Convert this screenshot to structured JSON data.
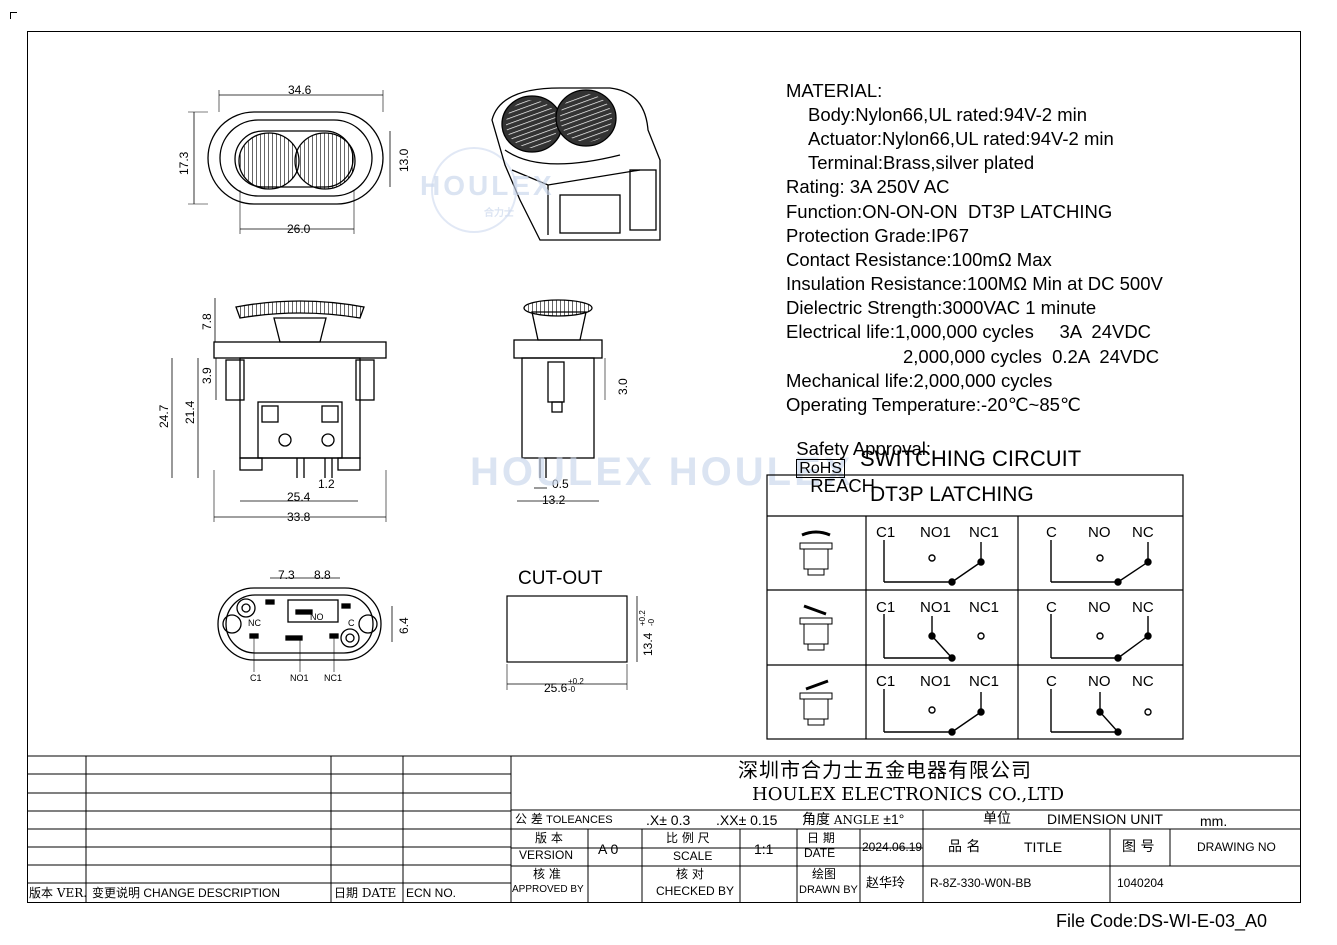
{
  "watermark": {
    "brand": "HOULEX",
    "sub": "合力士"
  },
  "watermark_band": "HOULEX HOULEX",
  "material": {
    "heading": "MATERIAL:",
    "body": "Body:Nylon66,UL rated:94V-2 min",
    "actuator": "Actuator:Nylon66,UL rated:94V-2 min",
    "terminal": "Terminal:Brass,silver plated"
  },
  "specs": {
    "rating": "Rating: 3A 250V AC",
    "function": "Function:ON-ON-ON  DT3P LATCHING",
    "protection": "Protection Grade:IP67",
    "contact": "Contact Resistance:100mΩ Max",
    "insulation": "Insulation Resistance:100MΩ Min at DC 500V",
    "dielectric": "Dielectric Strength:3000VAC 1 minute",
    "elec_life_1": "Electrical life:1,000,000 cycles     3A  24VDC",
    "elec_life_2": "2,000,000 cycles  0.2A  24VDC",
    "mech_life": "Mechanical life:2,000,000 cycles",
    "op_temp": "Operating Temperature:-20℃~85℃",
    "safety_label": "Safety Approval:",
    "rohs": "RoHS",
    "reach": "REACH"
  },
  "circuit": {
    "title": "SWITCHING CIRCUIT",
    "header": "DT3P LATCHING",
    "labels_a": [
      "C1",
      "NO1",
      "NC1"
    ],
    "labels_b": [
      "C",
      "NO",
      "NC"
    ]
  },
  "dims": {
    "top_width": "34.6",
    "top_height": "17.3",
    "inner_height": "13.0",
    "inner_width": "26.0",
    "front_top": "7.8",
    "front_a": "3.9",
    "front_b": "21.4",
    "front_c": "24.7",
    "front_d": "1.2",
    "front_e": "25.4",
    "front_f": "33.8",
    "side_a": "3.0",
    "side_b": "0.5",
    "side_c": "13.2",
    "bottom_a": "7.3",
    "bottom_b": "8.8",
    "bottom_c": "6.4",
    "pin_labels": [
      "C1",
      "NO1",
      "NC1"
    ],
    "inner_pin_labels": [
      "NC",
      "NO",
      "C"
    ]
  },
  "cutout": {
    "title": "CUT-OUT",
    "width": "25.6",
    "width_tol": "+0.2",
    "width_tol2": "-0",
    "height": "13.4",
    "height_tol": "+0.2",
    "height_tol2": "-0"
  },
  "title_block": {
    "company_cn": "深圳市合力士五金电器有限公司",
    "company_en": "HOULEX ELECTRONICS CO.,LTD",
    "tol_label_cn": "公 差",
    "tol_label_en": "TOLEANCES",
    "tol_x": ".X± 0.3",
    "tol_xx": ".XX± 0.15",
    "angle_cn": "角度",
    "angle_en": "ANGLE",
    "angle_val": "±1°",
    "unit_cn": "单位",
    "unit_en": "DIMENSION UNIT",
    "unit_val": "mm.",
    "version_cn": "版 本",
    "version_en": "VERSION",
    "version_val": "A 0",
    "scale_cn": "比 例 尺",
    "scale_en": "SCALE",
    "scale_val": "1:1",
    "date_cn": "日 期",
    "date_en": "DATE",
    "date_val": "2024.06.19",
    "title_cn": "品   名",
    "title_en": "TITLE",
    "title_val": "R-8Z-330-W0N-BB",
    "drawing_cn": "图   号",
    "drawing_en": "DRAWING NO",
    "drawing_val": "1040204",
    "approved_cn": "核 准",
    "approved_en": "APPROVED BY",
    "checked_cn": "核 对",
    "checked_en": "CHECKED BY",
    "drawn_cn": "绘图",
    "drawn_en": "DRAWN BY",
    "drawn_val": "赵华玲",
    "rev_ver": "版本 VER.",
    "rev_desc_cn": "变更说明",
    "rev_desc_en": "CHANGE DESCRIPTION",
    "rev_date": "日期  DATE",
    "rev_ecn": "ECN NO."
  },
  "file_code": "File Code:DS-WI-E-03_A0"
}
